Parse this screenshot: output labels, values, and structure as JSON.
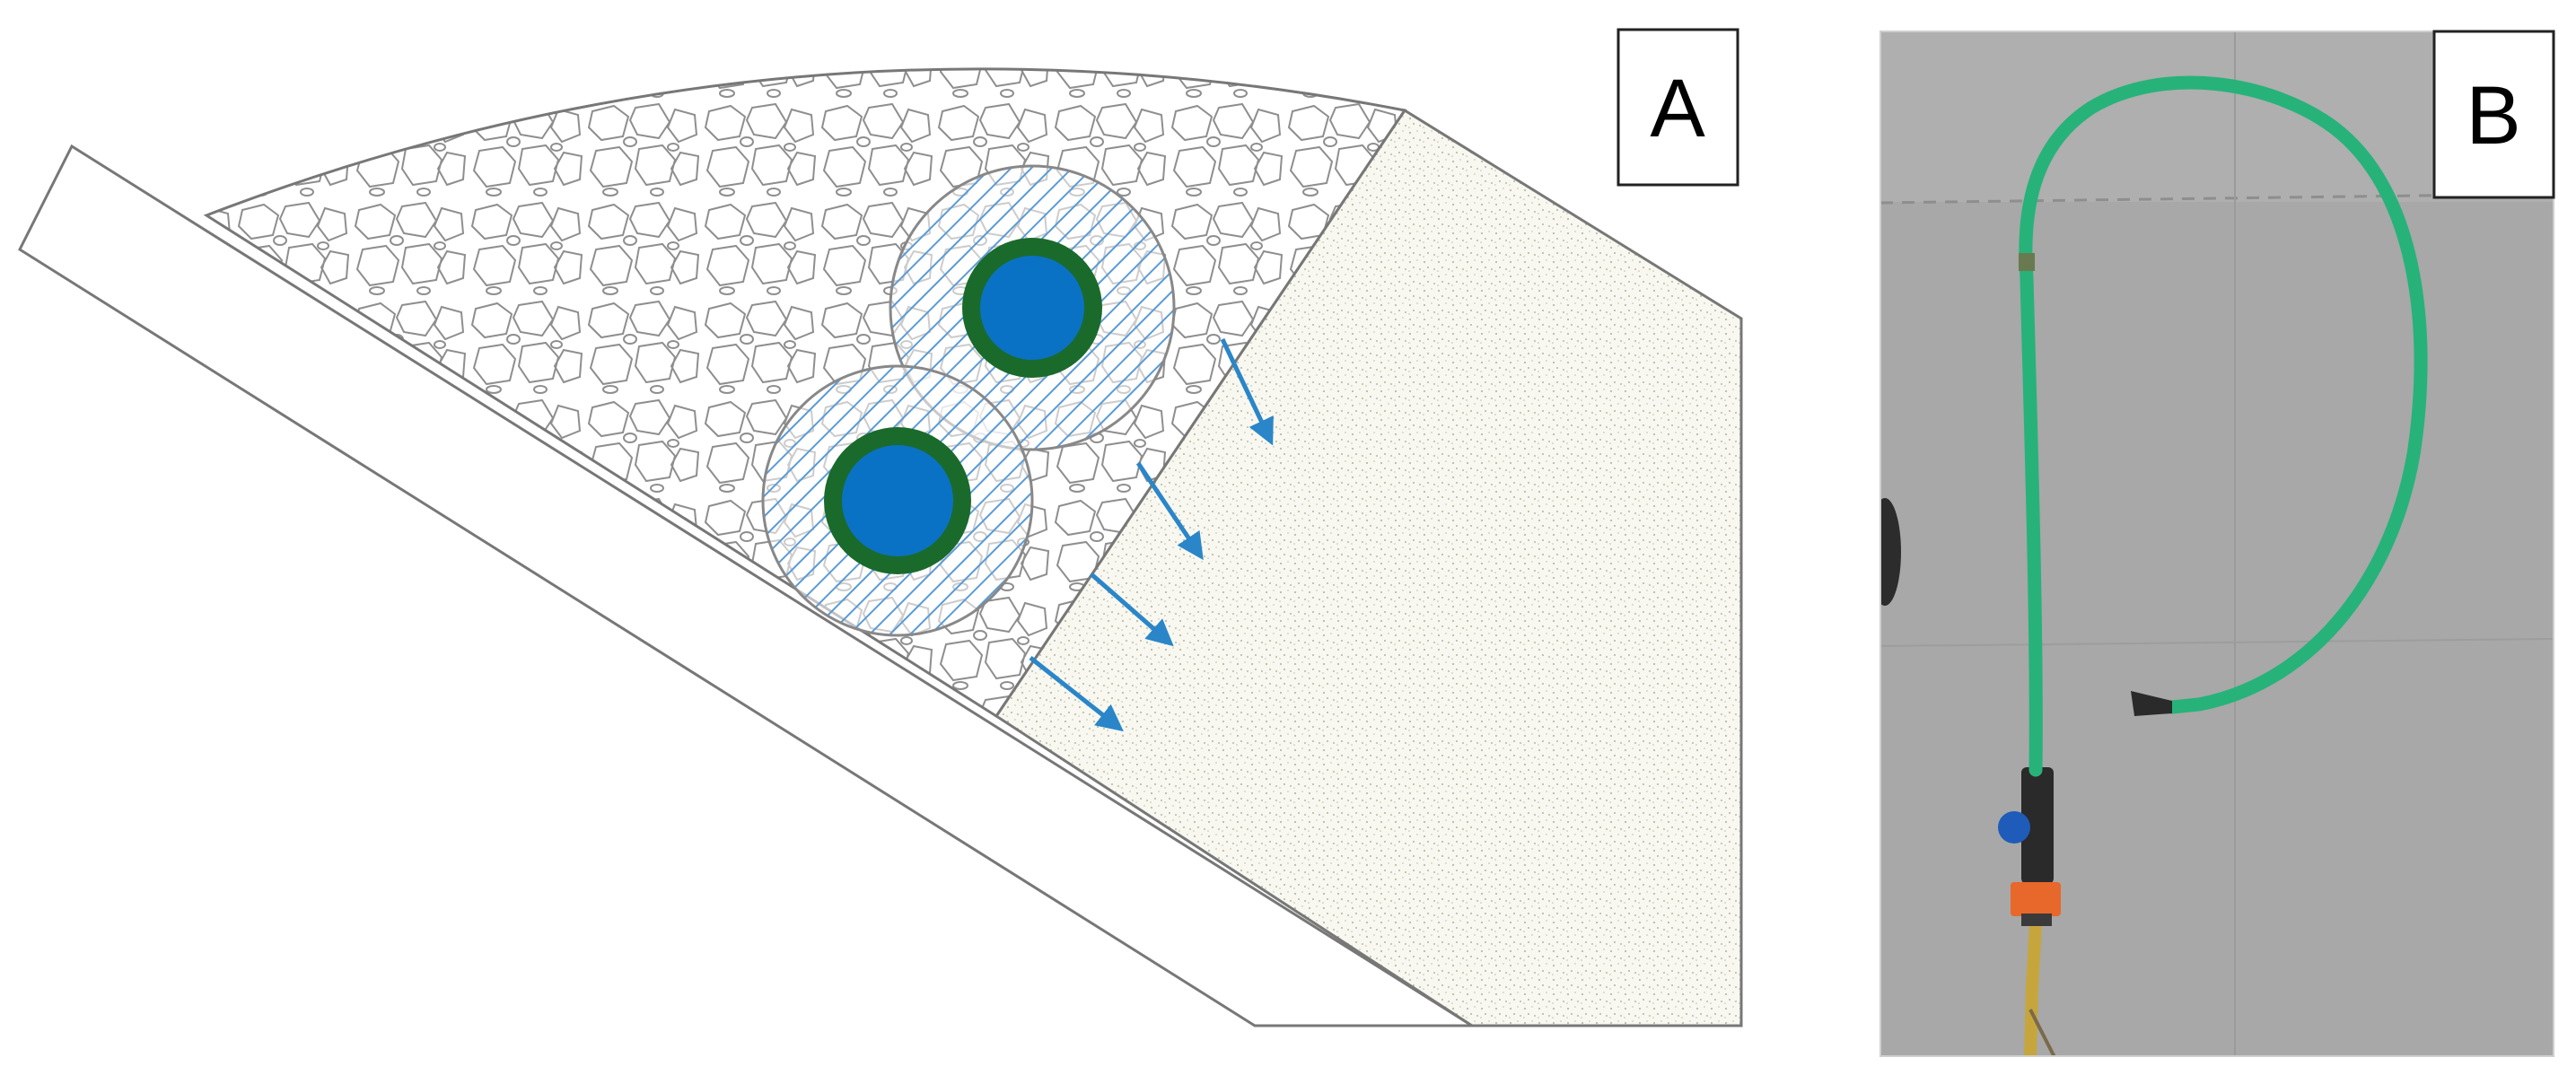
{
  "figure": {
    "panels": [
      {
        "id": "A",
        "label": "A"
      },
      {
        "id": "B",
        "label": "B"
      }
    ]
  },
  "colors": {
    "pipe_inner": "#0a72c4",
    "pipe_ring": "#1a6a2c",
    "hatch": "#5b9bd5",
    "arrow": "#2a86c8",
    "outline": "#777777",
    "sand": "#f7f7ef",
    "sand_dots": "#b9bda5",
    "hose": "#27b27a",
    "floor": "#a6a7a6",
    "coupler": "#e8672a",
    "feed_pipe": "#c6a63c"
  }
}
